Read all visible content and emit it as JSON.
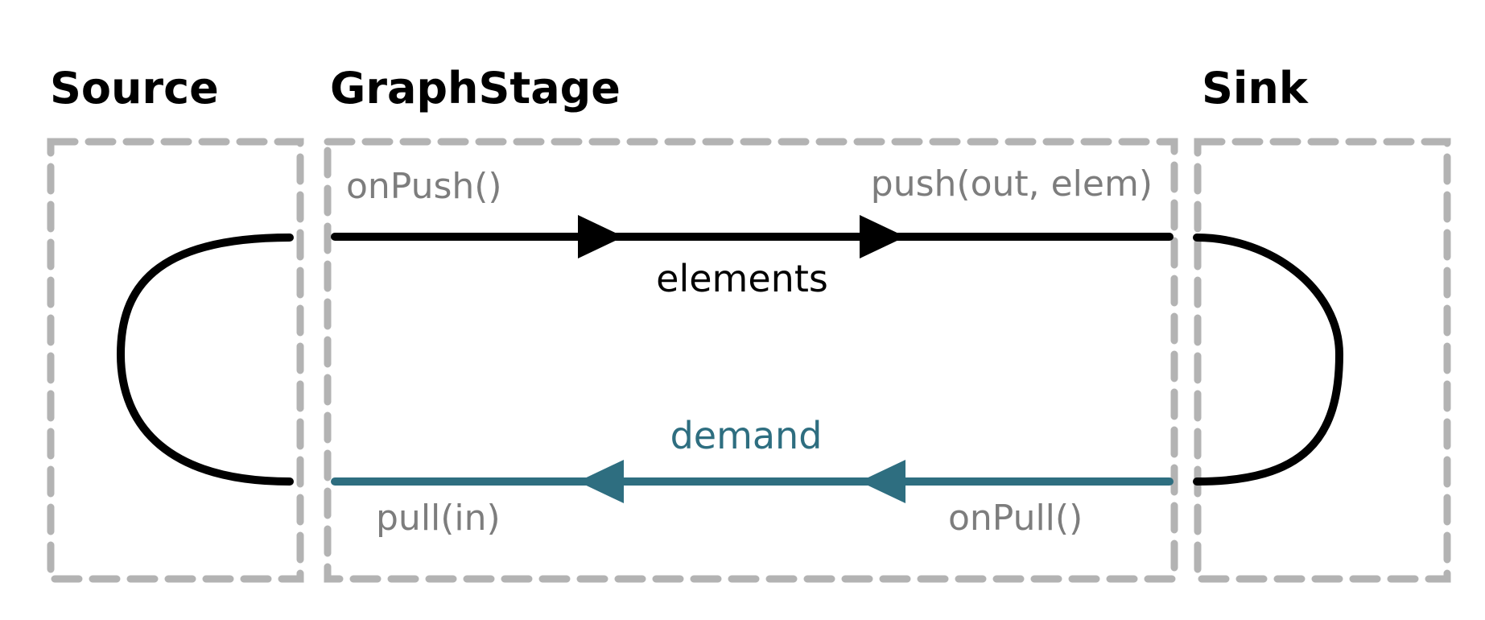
{
  "titles": {
    "source": "Source",
    "graph_stage": "GraphStage",
    "sink": "Sink"
  },
  "labels": {
    "on_push": "onPush()",
    "push": "push(out, elem)",
    "elements": "elements",
    "demand": "demand",
    "pull": "pull(in)",
    "on_pull": "onPull()"
  },
  "colors": {
    "element_flow": "#000000",
    "demand_flow": "#2e6e80",
    "box_border": "#b3b3b3",
    "method_text": "#7d7d7d"
  }
}
